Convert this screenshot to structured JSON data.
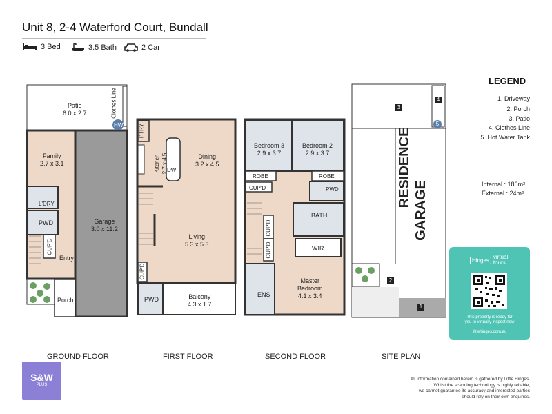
{
  "header": {
    "title": "Unit 8, 2-4 Waterford Court, Bundall",
    "features": [
      {
        "icon": "bed-icon",
        "label": "3 Bed"
      },
      {
        "icon": "bath-icon",
        "label": "3.5 Bath"
      },
      {
        "icon": "car-icon",
        "label": "2 Car"
      }
    ]
  },
  "ground_floor": {
    "label": "GROUND FLOOR",
    "rooms": {
      "patio": {
        "name": "Patio",
        "dims": "6.0 x 2.7"
      },
      "clothes_line": "Clothes Line",
      "hw": "HW",
      "family": {
        "name": "Family",
        "dims": "2.7 x 3.1"
      },
      "laundry": "L'DRY",
      "pwd": "PWD",
      "cupd": "CUP'D",
      "entry": "Entry",
      "porch": "Porch",
      "garage": {
        "name": "Garage",
        "dims": "3.0 x 11.2"
      }
    }
  },
  "first_floor": {
    "label": "FIRST FLOOR",
    "rooms": {
      "ptry": "PTRY",
      "kitchen": {
        "name": "Kitchen",
        "dims": "2.7 x 4.5"
      },
      "dw": "DW",
      "dining": {
        "name": "Dining",
        "dims": "3.2 x 4.5"
      },
      "living": {
        "name": "Living",
        "dims": "5.3 x 5.3"
      },
      "cupd": "CUP'D",
      "pwd": "PWD",
      "balcony": {
        "name": "Balcony",
        "dims": "4.3 x 1.7"
      }
    }
  },
  "second_floor": {
    "label": "SECOND FLOOR",
    "rooms": {
      "bedroom3": {
        "name": "Bedroom 3",
        "dims": "2.9 x 3.7"
      },
      "bedroom2": {
        "name": "Bedroom 2",
        "dims": "2.9 x 3.7"
      },
      "robe1": "ROBE",
      "robe2": "ROBE",
      "cupd_top": "CUP'D",
      "pwd": "PWD",
      "bath": "BATH",
      "cupd_a": "CUP'D",
      "cupd_b": "CUP'D",
      "wir": "WIR",
      "ens": "ENS",
      "master": {
        "name": "Master",
        "name2": "Bedroom",
        "dims": "4.1 x 3.4"
      }
    }
  },
  "site_plan": {
    "label": "SITE PLAN",
    "residence": "RESIDENCE",
    "garage": "GARAGE",
    "markers": [
      "1",
      "2",
      "3",
      "4",
      "5"
    ]
  },
  "legend": {
    "title": "LEGEND",
    "items": [
      "1. Driveway",
      "2. Porch",
      "3. Patio",
      "4. Clothes Line",
      "5. Hot Water Tank"
    ]
  },
  "areas": {
    "internal_label": "Internal",
    "internal_value": "186m²",
    "external_label": "External",
    "external_value": "24m²"
  },
  "qr_card": {
    "brand": "Hinges",
    "product": "virtual",
    "product2": "tours",
    "message1": "This property is ready for",
    "message2": "you to virtually inspect now",
    "url": "littlehinges.com.au"
  },
  "badge": {
    "line1": "S&W",
    "line2": "PLUS"
  },
  "disclaimer": {
    "line1": "All information contained herein is gathered by Little Hinges.",
    "line2": "Whilst the scanning technology is highly reliable,",
    "line3": "we cannot guarantee its accuracy and interested parties",
    "line4": "should rely on their own enquiries."
  },
  "colors": {
    "timber_floor": "#eed9c9",
    "tile_floor": "#dfe4ea",
    "garage_floor": "#9a9a9a",
    "outdoor": "#ffffff",
    "wall": "#333333",
    "garden": "#6aa163",
    "qr_card": "#4fc4b5",
    "badge": "#8c7fd6"
  }
}
